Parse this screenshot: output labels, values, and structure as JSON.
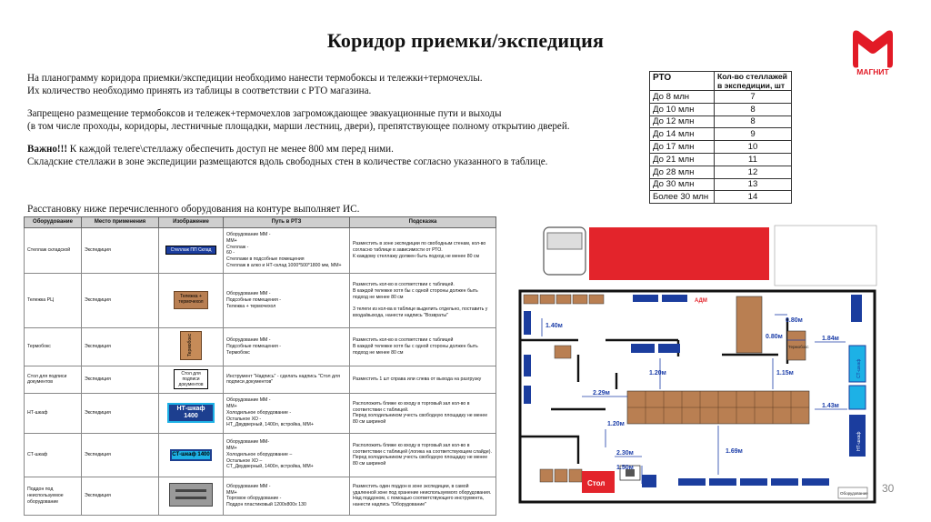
{
  "title": "Коридор приемки/экспедиция",
  "logo": {
    "text": "МАГНИТ",
    "color": "#e21a26"
  },
  "intro": {
    "p1_line1": "На планограмму коридора приемки/экспедиции необходимо нанести термобоксы и тележки+термочехлы.",
    "p1_line2": "Их количество необходимо принять из таблицы в соответствии с РТО магазина.",
    "p2_line1": "Запрещено размещение термобоксов и тележек+термочехлов загромождающее эвакуационные пути и выходы",
    "p2_line2": "(в том числе проходы, коридоры, лестничные площадки, марши лестниц, двери), препятствующее полному открытию дверей.",
    "important_label": "Важно!!!",
    "important_text": " К каждой телеге\\стеллажу обеспечить доступ не менее 800 мм перед ними.",
    "p3_line2": "Складские стеллажи в зоне экспедиции размещаются вдоль свободных стен в количестве согласно указанного в таблице.",
    "ic_note": "Расстановку ниже перечисленного оборудования на контуре выполняет ИС."
  },
  "rto_table": {
    "headers": [
      "РТО",
      "Кол-во стеллажей в экспедиции, шт"
    ],
    "rows": [
      [
        "До 8 млн",
        "7"
      ],
      [
        "До 10 млн",
        "8"
      ],
      [
        "До 12 млн",
        "8"
      ],
      [
        "До 14 млн",
        "9"
      ],
      [
        "До 17 млн",
        "10"
      ],
      [
        "До 21 млн",
        "11"
      ],
      [
        "До 28 млн",
        "12"
      ],
      [
        "До 30 млн",
        "13"
      ],
      [
        "Более 30 млн",
        "14"
      ]
    ]
  },
  "equipment_table": {
    "headers": [
      "Оборудование",
      "Место применения",
      "Изображение",
      "Путь в РТЗ",
      "Подсказка"
    ],
    "rows": [
      {
        "name": "Стеллаж складской",
        "place": "Экспедиция",
        "image_label": "Стеллаж ПП Склад",
        "path": "Оборудование ММ -\nММ+\nСтеллаж -\n60 -\nСтеллажи в подсобные помещения\nСтеллаж в алко и НТ-склад 1000*500*1800 мм, ММ+",
        "hint": "Разместить в зоне экспедиции по свободным стенам, кол-во согласно таблице в зависимости от РТО.\nК каждому стеллажу должен быть подход не менее 80 см"
      },
      {
        "name": "Тележка РЦ",
        "place": "Экспедиция",
        "image_label": "Тележка + термочехол",
        "path": "Оборудование ММ -\nПодсобные помещения -\nТележка + термочехол",
        "hint": "Разместить кол-во в соответствии с таблицей.\nВ каждой тележке хотя бы с одной стороны должен быть подход не менее 80 см\n\n3 телеги из кол-ва в таблице выделить отдельно, поставить у входа/выхода, нанести надпись \"Возвраты\""
      },
      {
        "name": "Термобокс",
        "place": "Экспедиция",
        "image_label": "Термобокс",
        "path": "Оборудование ММ -\nПодсобные помещения -\nТермобокс",
        "hint": "Разместить кол-во в соответствии с таблицей\nВ каждой тележке хотя бы с одной стороны должен быть подход не менее 80 см"
      },
      {
        "name": "Стол для подписи документов",
        "place": "Экспедиция",
        "image_label": "Стол для подписи документов",
        "path": "Инструмент \"Надпись\" - сделать надпись \"Стол для подписи документов\"",
        "hint": "Разместить 1 шт справа или слева от выхода на разгрузку"
      },
      {
        "name": "НТ-шкаф",
        "place": "Экспедиция",
        "image_label": "НТ-шкаф 1400",
        "path": "Оборудование ММ -\nММ+\nХолодильное оборудование -\nОстальное ХО -\nНТ_Двудверный, 1400л, встройка, ММ+",
        "hint": "Расположить ближе ко входу в торговый зал кол-во в соответствии с таблицей.\nПеред холодильником учесть свободную площадку не менее 80 см шириной"
      },
      {
        "name": "СТ-шкаф",
        "place": "Экспедиция",
        "image_label": "СТ-шкаф 1400",
        "path": "Оборудование ММ-\nММ+\nХолодильное оборудование –\nОстальное ХО –\nСТ_Двудверный, 1400л, встройка, ММ+",
        "hint": "Расположить ближе ко входу в торговый зал кол-во в соответствии с таблицей (логика на соответствующем слайде).\nПеред холодильником учесть свободную площадку не менее 80 см шириной"
      },
      {
        "name": "Поддон под неиспользуемое оборудование",
        "place": "Экспедиция",
        "image_label": "",
        "path": "Оборудование ММ -\nММ+\nТорговое оборудование -\nПоддон пластиковый 1200х800х 130",
        "hint": "Разместить один поддон в зоне экспедиции, в самой удаленной зоне под хранение неиспользуемого оборудования. Над поддоном, с помощью соответствующего инструмента, нанести надпись \"Оборудование\""
      }
    ]
  },
  "floor_plan": {
    "labels": {
      "dim_1": "1.40м",
      "dim_2": "0.80м",
      "dim_3": "0.80м",
      "dim_4": "1.84м",
      "dim_5": "1.20м",
      "dim_6": "1.15м",
      "dim_7": "2.29м",
      "dim_8": "1.43м",
      "dim_9": "1.20м",
      "dim_10": "2.30м",
      "dim_11": "1.69м",
      "dim_12": "1.50м",
      "adm": "АДМ",
      "thermobox": "Термобокс",
      "st_shkaf": "СТ-шкаф",
      "nt_shkaf": "НТ-шкаф",
      "table_sign": "Стол",
      "equipment": "Оборудование"
    },
    "colors": {
      "truck": "#e3242b",
      "wall": "#111111",
      "box": "#b97f52",
      "blue": "#1b3d9e",
      "cyan": "#1db1e6",
      "dim": "#1b3da8"
    }
  },
  "page_number": "30"
}
